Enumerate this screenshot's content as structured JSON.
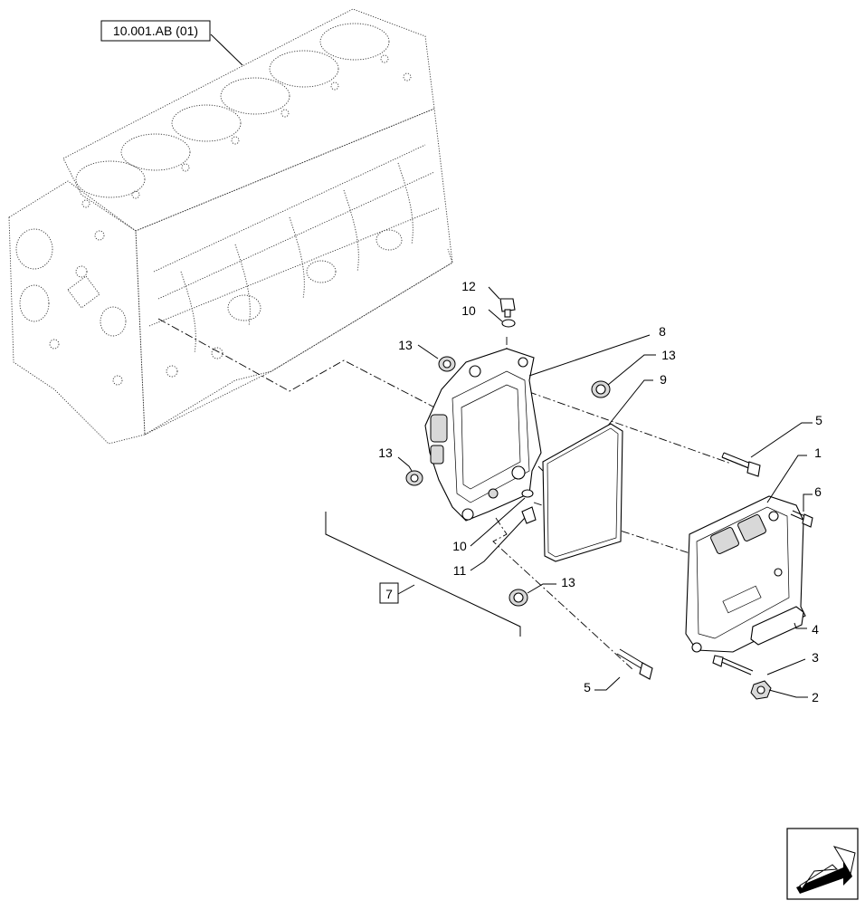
{
  "diagram": {
    "ref_box": "10.001.AB (01)",
    "group_box": "7",
    "callouts": {
      "c1": "1",
      "c2": "2",
      "c3": "3",
      "c4": "4",
      "c5_top": "5",
      "c5_bottom": "5",
      "c6": "6",
      "c8": "8",
      "c9": "9",
      "c10_top": "10",
      "c10_bottom": "10",
      "c11": "11",
      "c12": "12",
      "c13_a": "13",
      "c13_b": "13",
      "c13_c": "13",
      "c13_d": "13"
    },
    "nav_icon": "arrow-navigation-icon"
  }
}
